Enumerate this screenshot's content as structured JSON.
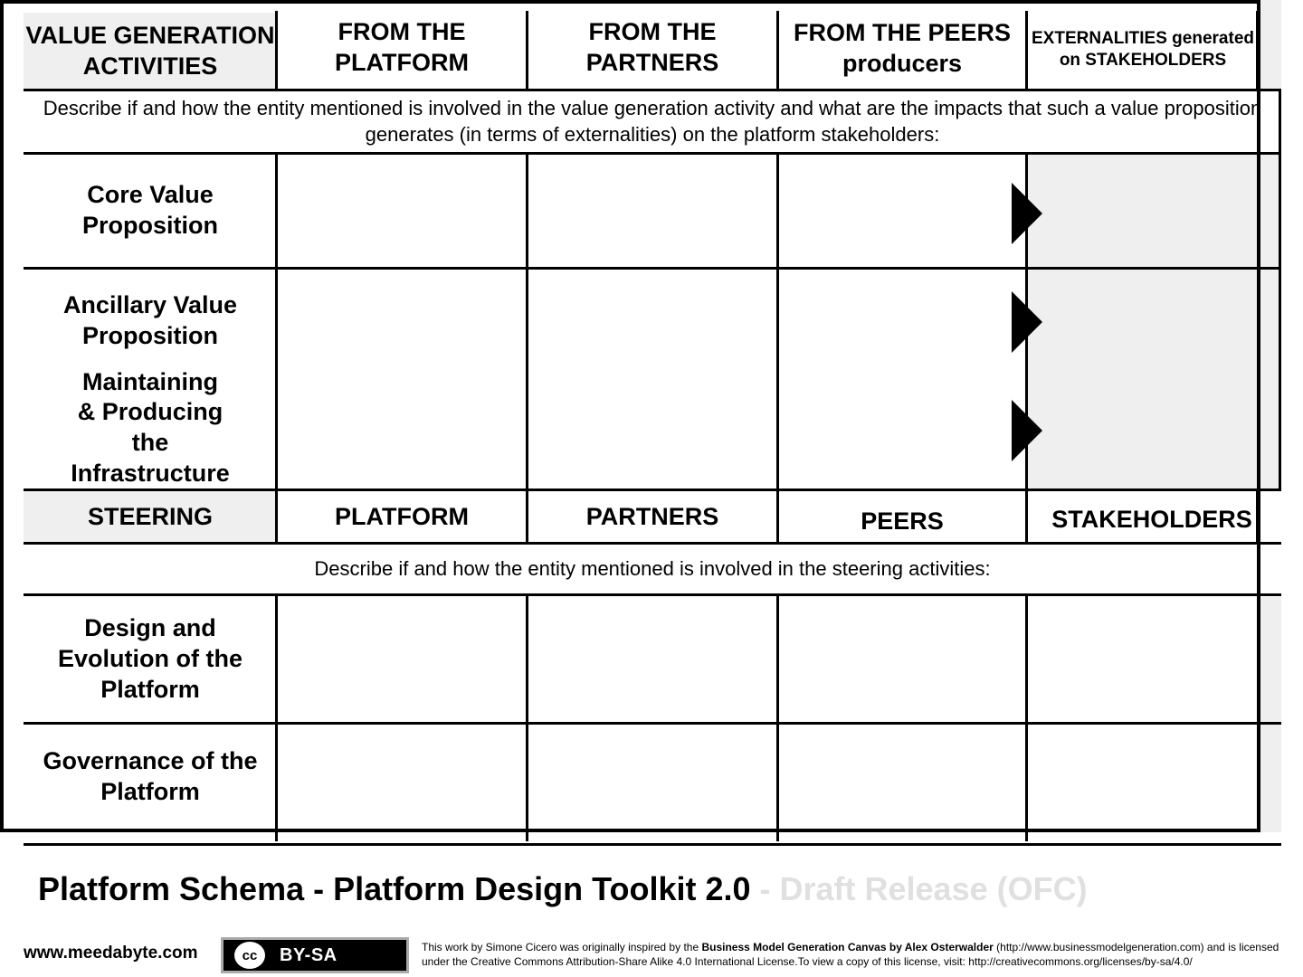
{
  "value_header": {
    "activities": "VALUE GENERATION ACTIVITIES",
    "platform": "FROM THE PLATFORM",
    "partners": "FROM THE PARTNERS",
    "peers_line1": "FROM THE PEERS",
    "peers_line2": "producers",
    "externalities": "EXTERNALITIES generated on STAKEHOLDERS"
  },
  "value_description": "Describe if and how the entity mentioned is involved in the value generation activity and what are the impacts that such a value proposition generates (in terms of externalities) on the platform stakeholders:",
  "value_rows": {
    "core": "Core Value Proposition",
    "ancillary": "Ancillary Value Proposition",
    "maintaining": "Maintaining & Producing the Infrastructure"
  },
  "steering_header": {
    "steering": "STEERING",
    "platform": "PLATFORM",
    "partners": "PARTNERS",
    "peers": "PEERS",
    "stakeholders": "STAKEHOLDERS"
  },
  "steering_description": "Describe if and how the entity mentioned is involved in the steering activities:",
  "steering_rows": {
    "design": "Design and Evolution of the Platform",
    "governance": "Governance of the Platform"
  },
  "footer": {
    "title": "Platform Schema - Platform Design Toolkit 2.0",
    "subtitle": " - Draft Release (OFC)",
    "website": "www.meedabyte.com",
    "cc_logo": "cc",
    "cc_badge": "BY-SA",
    "license_part1": "This work by Simone Cicero was originally inspired by the ",
    "license_bold": "Business Model Generation Canvas by Alex Osterwalder",
    "license_part2": " (http://www.businessmodelgeneration.com) and is licensed under the Creative Commons Attribution-Share Alike 4.0 International License.To view a copy of this license, visit: http://creativecommons.org/licenses/by-sa/4.0/"
  },
  "colors": {
    "shade": "#efefef",
    "subtitle_gray": "#e0e0e0"
  }
}
